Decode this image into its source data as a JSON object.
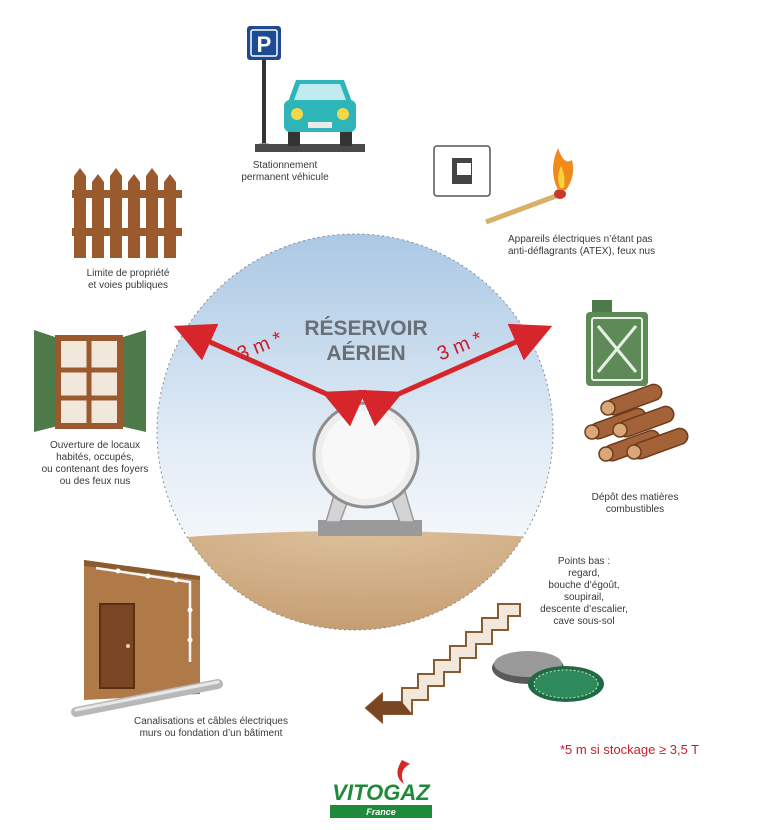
{
  "title_line1": "RÉSERVOIR",
  "title_line2": "AÉRIEN",
  "distance_left": "3 m *",
  "distance_right": "3 m *",
  "parking_sign": "P",
  "labels": {
    "parking": [
      "Stationnement",
      "permanent véhicule"
    ],
    "electrical": [
      "Appareils électriques n’étant pas",
      "anti-déflagrants (ATEX), feux nus"
    ],
    "property": [
      "Limite de propriété",
      "et voies publiques"
    ],
    "openings": [
      "Ouverture de locaux",
      "habités, occupés,",
      "ou contenant des foyers",
      "ou des feux nus"
    ],
    "combustibles": [
      "Dépôt des matières",
      "combustibles"
    ],
    "low_points": [
      "Points bas :",
      "regard,",
      "bouche d’égoût,",
      "soupirail,",
      "descente d’escalier,",
      "cave sous-sol"
    ],
    "cables": [
      "Canalisations et câbles électriques",
      "murs ou fondation d’un bâtiment"
    ]
  },
  "footnote": "*5 m si stockage ≥ 3,5 T",
  "logo": {
    "name": "VITOGAZ",
    "sub": "France"
  },
  "colors": {
    "arrow": "#d6262b",
    "sky_top": "#aecbe6",
    "ground": "#caa27a",
    "wood": "#9a5a2e",
    "green": "#4e7a4a",
    "car": "#2db5b8",
    "sign_blue": "#1c4b94",
    "logo_green": "#1f8a3a",
    "logo_red": "#d32a25"
  }
}
